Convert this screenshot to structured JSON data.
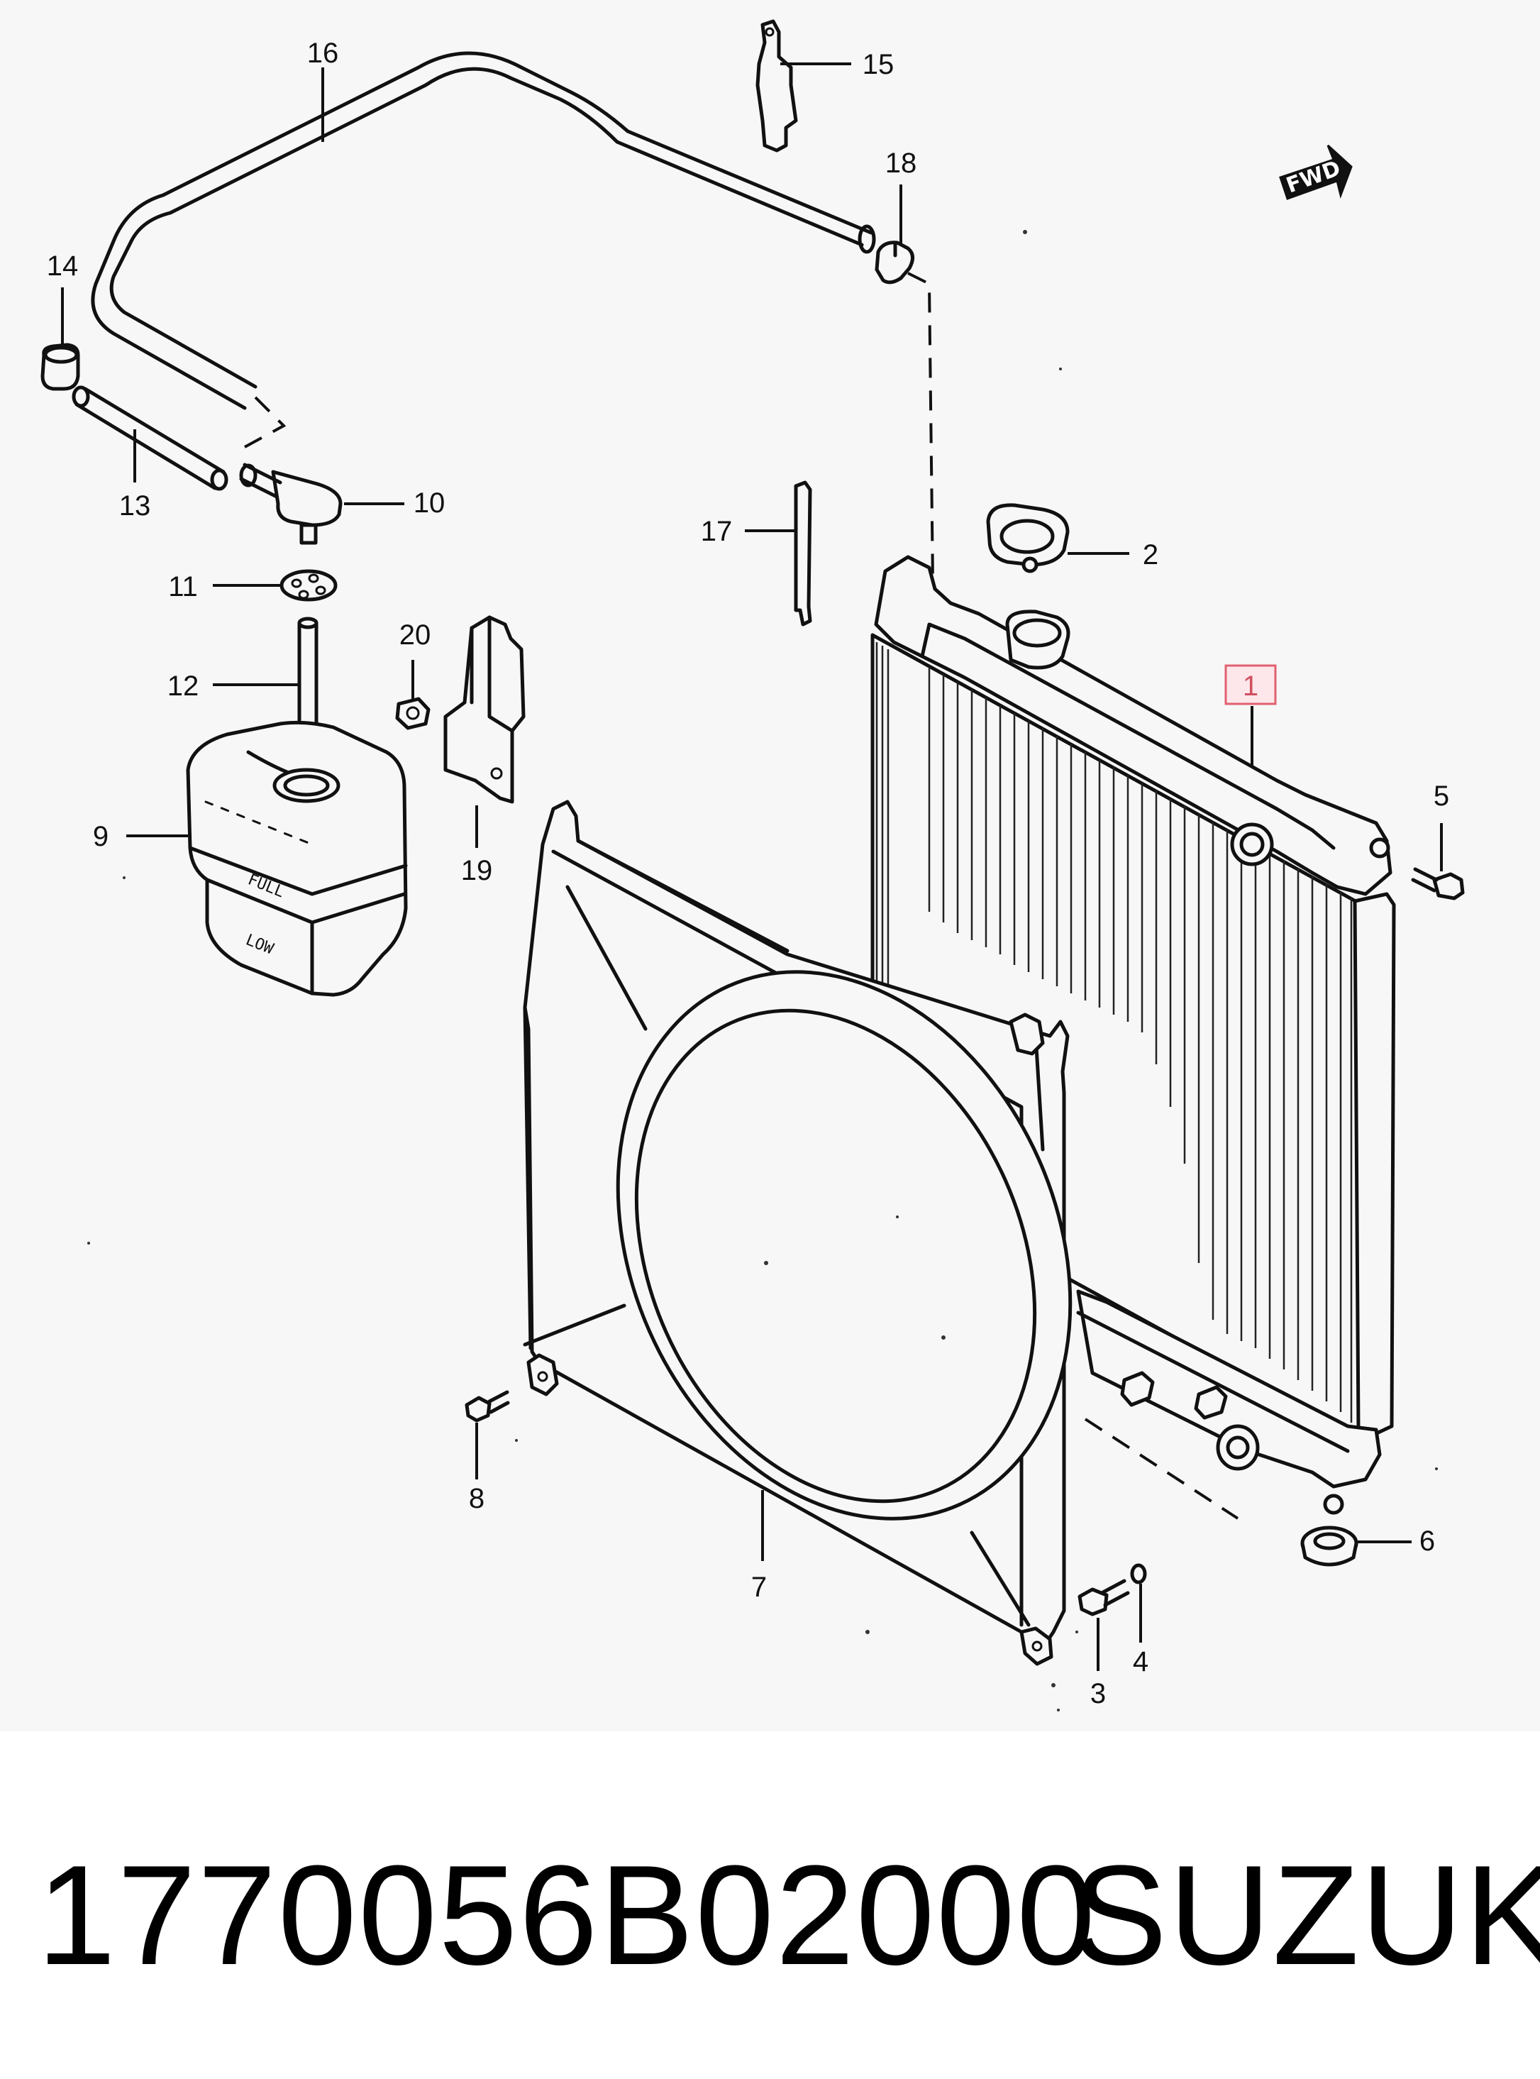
{
  "diagram": {
    "callouts": {
      "c1": "1",
      "c2": "2",
      "c3": "3",
      "c4": "4",
      "c5": "5",
      "c6": "6",
      "c7": "7",
      "c8": "8",
      "c9": "9",
      "c10": "10",
      "c11": "11",
      "c12": "12",
      "c13": "13",
      "c14": "14",
      "c15": "15",
      "c16": "16",
      "c17": "17",
      "c18": "18",
      "c19": "19",
      "c20": "20"
    },
    "highlighted_callout": "1",
    "highlight_color": "#e06070",
    "fwd_arrow_label": "FWD",
    "tank_full_label": "FULL",
    "tank_low_label": "LOW"
  },
  "footer": {
    "part_number": "1770056B02000",
    "brand": "SUZUKI"
  }
}
